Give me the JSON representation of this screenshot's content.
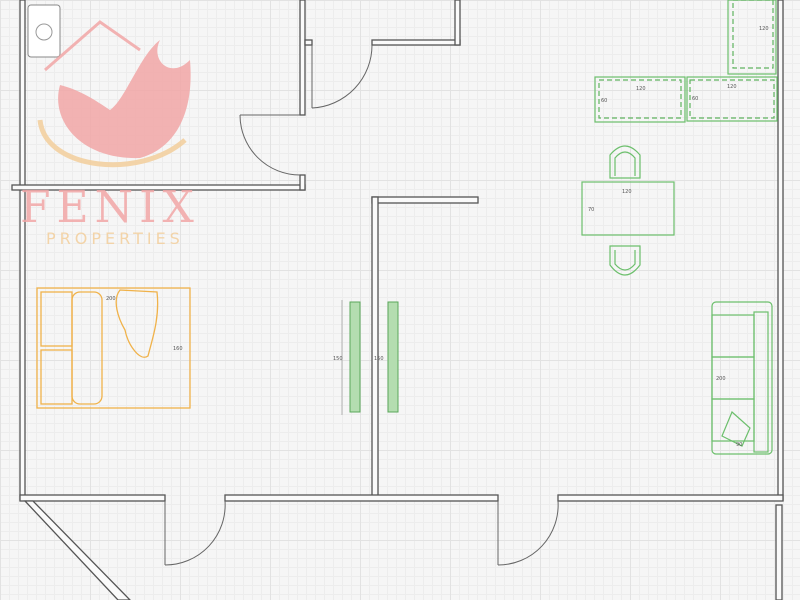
{
  "logo": {
    "name": "FENIX",
    "tagline": "PROPERTIES"
  },
  "dimensions": {
    "cabinet_top_right": "120",
    "cabinet_left_width": "120",
    "cabinet_left_depth": "60",
    "cabinet_right_width": "120",
    "cabinet_right_depth": "60",
    "table_width": "120",
    "table_depth": "70",
    "bed_length": "200",
    "bed_width": "160",
    "wardrobe_left": "150",
    "wardrobe_right": "150",
    "sofa_length": "200",
    "sofa_depth": "90"
  },
  "colors": {
    "wall": "#555555",
    "furniture_green": "#6cbf6c",
    "bed_orange": "#f0b24a",
    "logo_pink": "#f2a7a7",
    "logo_gold": "#f3cf9c"
  }
}
